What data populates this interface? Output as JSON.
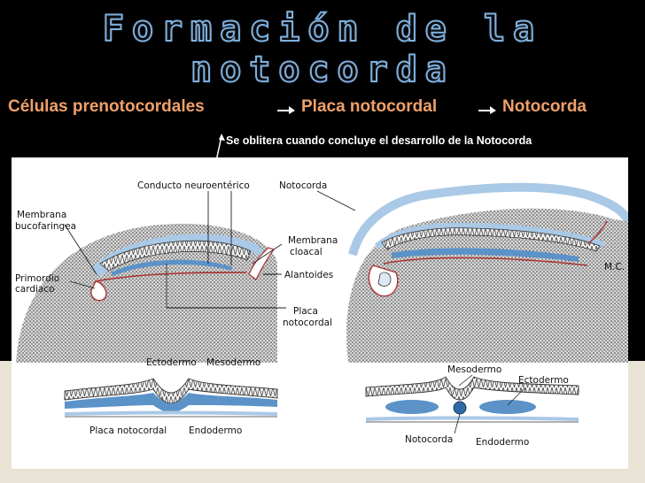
{
  "slide": {
    "title": "Formación de la notocorda",
    "flow": [
      "Células prenotocordales",
      "Placa notocordal",
      "Notocorda"
    ],
    "note": "Se oblitera cuando concluye el desarrollo de la Notocorda",
    "colors": {
      "title_outline": "#7fb0e0",
      "flow_text": "#f0a06a",
      "background": "#000000",
      "bottom_band": "#e9e3d6",
      "tissue_blue": "#5b92c8"
    }
  },
  "figure": {
    "labels": {
      "conducto": "Conducto neuroentérico",
      "notocorda_top": "Notocorda",
      "membrana_buco_1": "Membrana",
      "membrana_buco_2": "bucofaringea",
      "primordio_1": "Primordio",
      "primordio_2": "cardiaco",
      "membrana_cl_1": "Membrana",
      "membrana_cl_2": "cloacal",
      "alantoides": "Alantoides",
      "placa_1": "Placa",
      "placa_2": "notocordal",
      "mc": "M.C.",
      "ectodermo_l": "Ectodermo",
      "mesodermo_l": "Mesodermo",
      "placa_bottom": "Placa notocordal",
      "endodermo_l": "Endodermo",
      "mesodermo_r": "Mesodermo",
      "ectodermo_r": "Ectodermo",
      "notocorda_bottom": "Notocorda",
      "endodermo_r": "Endodermo"
    }
  }
}
